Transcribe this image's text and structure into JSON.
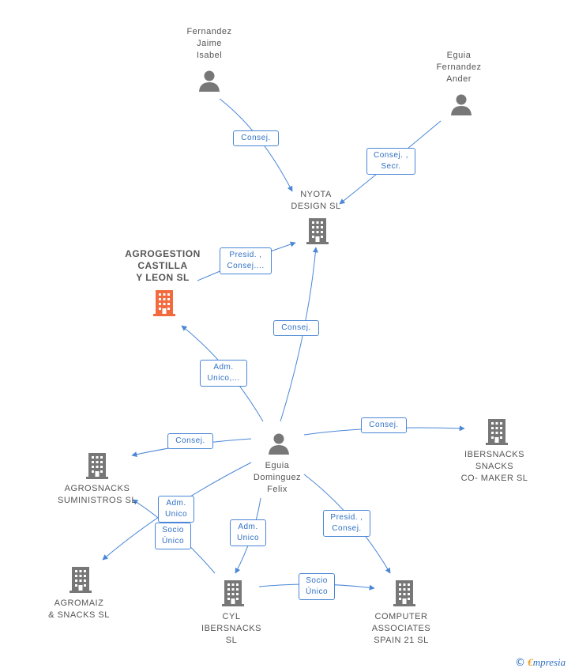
{
  "colors": {
    "edge": "#4a87d6",
    "icon_gray": "#777777",
    "highlight": "#f26a3d"
  },
  "nodes": {
    "fernandez_jaime_isabel": "Fernandez\nJaime\nIsabel",
    "eguia_fernandez_ander": "Eguia\nFernandez\nAnder",
    "nyota_design": "NYOTA\nDESIGN  SL",
    "agrogestion": "AGROGESTION\nCASTILLA\nY LEON  SL",
    "eguia_dominguez_felix": "Eguia\nDominguez\nFelix",
    "ibersnacks_snacks": "IBERSNACKS\nSNACKS\nCO- MAKER SL",
    "agrosnacks": "AGROSNACKS\nSUMINISTROS SL",
    "agromaiz": "AGROMAIZ\n& SNACKS  SL",
    "cyl_ibersnacks": "CYL\nIBERSNACKS\nSL",
    "computer_associates": "COMPUTER\nASSOCIATES\nSPAIN 21 SL"
  },
  "edges": {
    "fernandez_to_nyota": "Consej.",
    "eguia_ander_to_nyota": "Consej. ,\nSecr.",
    "agrogestion_to_nyota": "Presid. ,\nConsej....",
    "felix_to_nyota": "Consej.",
    "felix_to_agrogestion": "Adm.\nUnico,...",
    "felix_to_ibersnacks": "Consej.",
    "felix_to_agrosnacks": "Consej.",
    "felix_to_cyl": "Adm.\nUnico",
    "felix_to_computer": "Presid. ,\nConsej.",
    "cyl_to_agrosnacks": "Adm.\nUnico",
    "cyl_to_agromaiz": "Socio\nÚnico",
    "cyl_to_computer": "Socio\nÚnico"
  },
  "brand": {
    "copyright": "©",
    "name_first": "€",
    "name_rest": "mpresia"
  }
}
